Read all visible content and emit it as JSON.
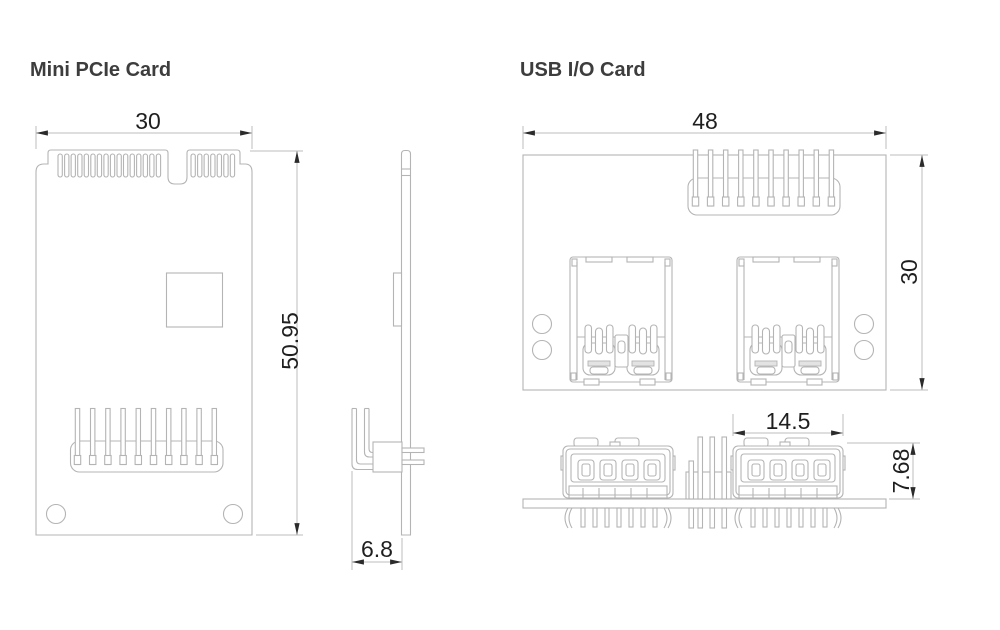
{
  "page": {
    "background": "#ffffff"
  },
  "drawing_style": {
    "outline_color": "#b4b4b4",
    "dimension_line_color": "#bcbcbc",
    "dimension_text_color": "#1f1f1f",
    "title_color": "#3d3d3d",
    "arrow_color": "#2b2b2b"
  },
  "mini_pcie": {
    "title": "Mini PCIe Card",
    "dimensions": {
      "width_mm": "30",
      "height_mm": "50.95",
      "side_depth_mm": "6.8"
    }
  },
  "usb_io": {
    "title": "USB I/O Card",
    "dimensions": {
      "width_mm": "48",
      "height_mm": "30",
      "connector_width_mm": "14.5",
      "connector_height_mm": "7.68"
    }
  }
}
